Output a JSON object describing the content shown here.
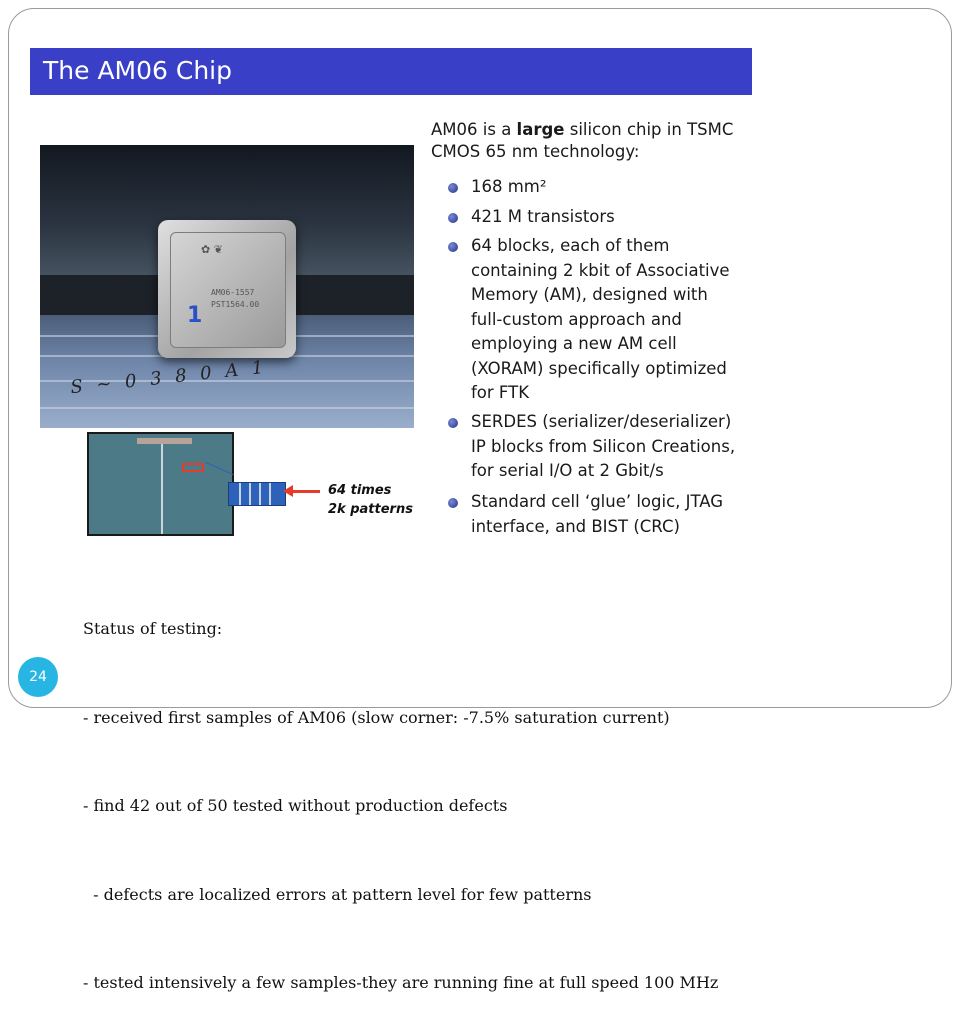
{
  "slide": {
    "title": "The AM06 Chip",
    "page_number": "24"
  },
  "photo": {
    "chip_text_line1": "AM06-1557",
    "chip_text_line2": "PST1564.00",
    "chip_number": "1",
    "handwriting": "S ~ 0 3 8 0 A 1"
  },
  "diagram": {
    "label_line1": "64 times",
    "label_line2": "2k patterns"
  },
  "description": {
    "intro_pre": "AM06 is a ",
    "intro_bold": "large",
    "intro_post": " silicon chip in TSMC CMOS 65 nm technology:",
    "bullets": [
      "168 mm²",
      "421 M transistors",
      "64 blocks, each of them\ncontaining 2 kbit of Associative\nMemory (AM), designed with\nfull-custom approach and\nemploying a new AM cell\n(XORAM) specifically optimized\nfor FTK",
      "SERDES (serializer/deserializer)\nIP blocks from Silicon Creations,\nfor serial I/O at 2 Gbit/s",
      "Standard cell ‘glue’ logic, JTAG\ninterface, and BIST (CRC)"
    ]
  },
  "status": {
    "lines": [
      "Status of testing:",
      "- received first samples of AM06 (slow corner: -7.5% saturation current)",
      "- find 42 out of 50 tested without production defects",
      "  - defects are localized errors at pattern level for few patterns",
      "- tested intensively a few samples-they are running fine at full speed 100 MHz"
    ]
  }
}
